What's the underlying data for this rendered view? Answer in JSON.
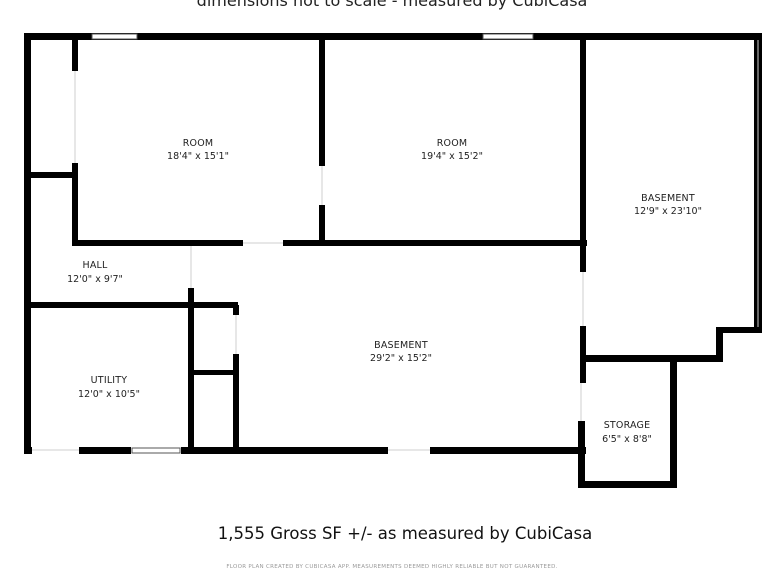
{
  "header": {
    "scale_note": "dimensions not to scale - measured by CubiCasa"
  },
  "rooms": [
    {
      "name": "ROOM",
      "dims": "18'4\" x 15'1\""
    },
    {
      "name": "ROOM",
      "dims": "19'4\" x 15'2\""
    },
    {
      "name": "BASEMENT",
      "dims": "12'9\" x 23'10\""
    },
    {
      "name": "HALL",
      "dims": "12'0\" x 9'7\""
    },
    {
      "name": "BASEMENT",
      "dims": "29'2\" x 15'2\""
    },
    {
      "name": "UTILITY",
      "dims": "12'0\" x 10'5\""
    },
    {
      "name": "STORAGE",
      "dims": "6'5\" x 8'8\""
    }
  ],
  "footer": {
    "gross_area": "1,555 Gross SF +/-  as measured by CubiCasa",
    "disclaimer": "FLOOR PLAN CREATED BY CUBICASA APP. MEASUREMENTS DEEMED HIGHLY RELIABLE BUT NOT GUARANTEED."
  },
  "colors": {
    "wall": "#000000",
    "window_frame": "#555555",
    "background": "#ffffff"
  }
}
